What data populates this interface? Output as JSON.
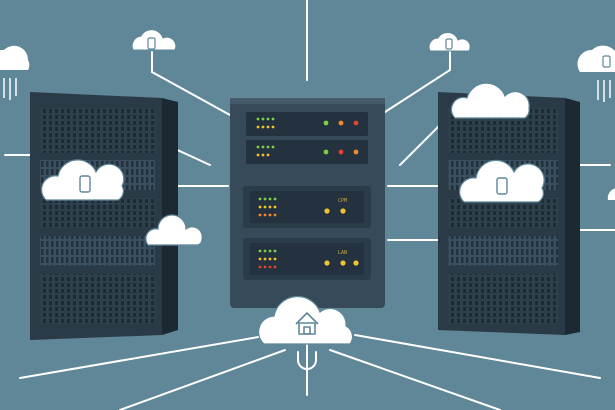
{
  "scene": {
    "description_icons": [
      "cloud-icon",
      "phone-icon",
      "home-icon",
      "plug-icon",
      "server-rack"
    ],
    "colors": {
      "background": "#5f8798",
      "rack_dark": "#2a3a47",
      "rack_mid": "#364a59",
      "unit_face": "#23323e",
      "cloud": "#ffffff",
      "line": "#ffffff",
      "led_green": "#7ed04b",
      "led_orange": "#f08a2c",
      "led_red": "#e0452e",
      "led_yellow": "#f2c230"
    }
  },
  "rack": {
    "unit_labels": [
      "",
      "",
      "CPM",
      "LAN"
    ]
  }
}
